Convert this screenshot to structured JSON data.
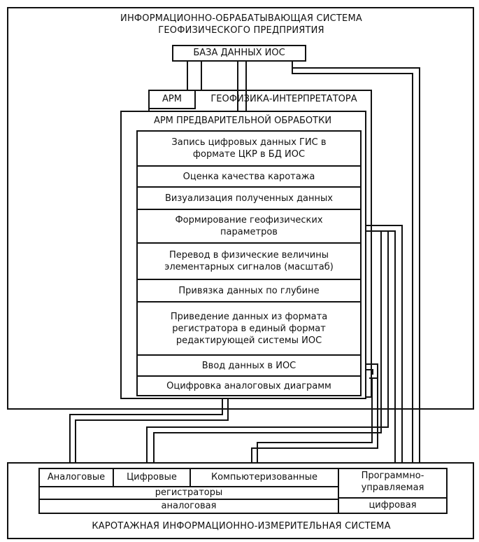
{
  "title_top": "ИНФОРМАЦИОННО-ОБРАБАТЫВАЮЩАЯ СИСТЕМА\nГЕОФИЗИЧЕСКОГО ПРЕДПРИЯТИЯ",
  "database": "БАЗА ДАННЫХ ИОС",
  "arm_short": "АРМ",
  "arm_geophysicist": "ГЕОФИЗИКА-ИНТЕРПРЕТАТОРА",
  "arm_preprocessing": "АРМ ПРЕДВАРИТЕЛЬНОЙ ОБРАБОТКИ",
  "steps": [
    "Запись цифровых данных ГИС в\nформате ЦКР в БД ИОС",
    "Оценка качества каротажа",
    "Визуализация полученных данных",
    "Формирование геофизических\nпараметров",
    "Перевод в физические величины\nэлементарных сигналов (масштаб)",
    "Привязка данных по глубине",
    "Приведение данных из формата\nрегистратора в единый формат\nредактирующей системы ИОС",
    "Ввод данных в ИОС",
    "Оцифровка аналоговых диаграмм"
  ],
  "bottom": {
    "analog": "Аналоговые",
    "digital": "Цифровые",
    "computerized": "Компьютеризованные",
    "programmable": "Программно-\nуправляемая",
    "registrators": "регистраторы",
    "analog_lower": "аналоговая",
    "digital_lower": "цифровая"
  },
  "title_bottom": "КАРОТАЖНАЯ ИНФОРМАЦИОННО-ИЗМЕРИТЕЛЬНАЯ СИСТЕМА"
}
